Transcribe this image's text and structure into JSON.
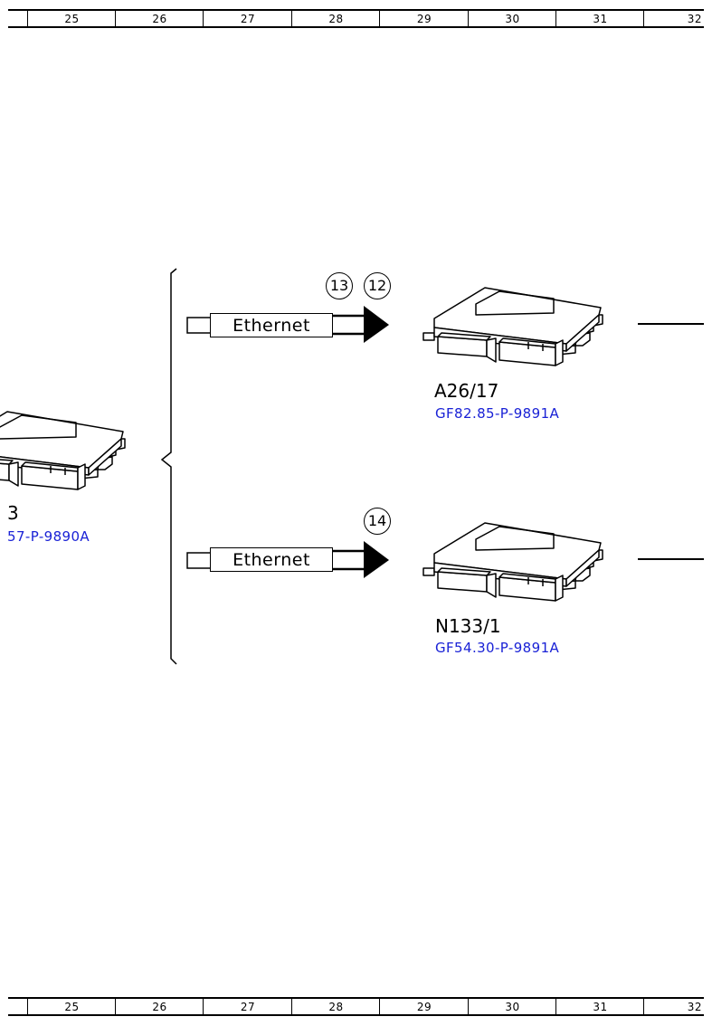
{
  "grid_columns": [
    "",
    "25",
    "26",
    "27",
    "28",
    "29",
    "30",
    "31",
    "32"
  ],
  "ecus": {
    "left": {
      "name": "3",
      "ref": "57-P-9890A"
    },
    "top": {
      "name": "A26/17",
      "ref": "GF82.85-P-9891A"
    },
    "bottom": {
      "name": "N133/1",
      "ref": "GF54.30-P-9891A"
    }
  },
  "connections": {
    "top": {
      "label": "Ethernet",
      "markers": [
        "13",
        "12"
      ]
    },
    "bottom": {
      "label": "Ethernet",
      "markers": [
        "14"
      ]
    }
  },
  "colors": {
    "reference_link": "#1a22d6",
    "line": "#000000"
  }
}
